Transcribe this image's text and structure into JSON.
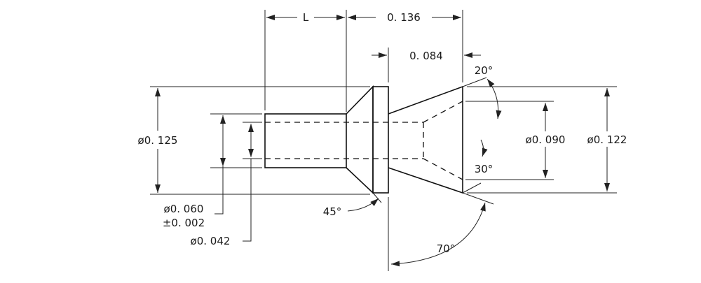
{
  "dimensions": {
    "length": "L",
    "overall_length": "0. 136",
    "cone_length": "0. 084",
    "flange_dia": "ø0. 125",
    "shank_dia": "ø0. 060",
    "shank_tol": "±0. 002",
    "bore_dia": "ø0. 042",
    "cone_inner_dia": "ø0. 090",
    "cone_outer_dia": "ø0. 122"
  },
  "angles": {
    "outer_cone": "20°",
    "inner_cone": "30°",
    "head_chamfer": "45°",
    "included": "70°"
  }
}
